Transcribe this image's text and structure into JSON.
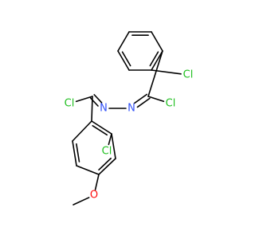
{
  "colors": {
    "bond": "#000000",
    "Cl": "#1fbf1f",
    "N": "#3050f8",
    "O": "#ff0d0d",
    "background": "#ffffff"
  },
  "atoms": [
    {
      "id": "a1",
      "element": "C"
    },
    {
      "id": "a2",
      "element": "C"
    },
    {
      "id": "a3",
      "element": "C"
    },
    {
      "id": "a4",
      "element": "C"
    },
    {
      "id": "a5",
      "element": "C"
    },
    {
      "id": "a6",
      "element": "C"
    },
    {
      "id": "cl1",
      "element": "Cl",
      "label": "Cl"
    },
    {
      "id": "c7",
      "element": "C"
    },
    {
      "id": "cl2",
      "element": "Cl",
      "label": "Cl"
    },
    {
      "id": "n1",
      "element": "N",
      "label": "N"
    },
    {
      "id": "n2",
      "element": "N",
      "label": "N"
    },
    {
      "id": "c8",
      "element": "C"
    },
    {
      "id": "cl3",
      "element": "Cl",
      "label": "Cl"
    },
    {
      "id": "b1",
      "element": "C"
    },
    {
      "id": "b2",
      "element": "C"
    },
    {
      "id": "cl4",
      "element": "Cl",
      "label": "Cl"
    },
    {
      "id": "b3",
      "element": "C"
    },
    {
      "id": "b4",
      "element": "C"
    },
    {
      "id": "b5",
      "element": "C"
    },
    {
      "id": "b6",
      "element": "C"
    },
    {
      "id": "o1",
      "element": "O",
      "label": "O"
    },
    {
      "id": "me",
      "element": "C"
    }
  ],
  "bonds": [
    {
      "a": "a1",
      "b": "a2",
      "order": 2
    },
    {
      "a": "a2",
      "b": "a3",
      "order": 1
    },
    {
      "a": "a3",
      "b": "a4",
      "order": 2
    },
    {
      "a": "a4",
      "b": "a5",
      "order": 1
    },
    {
      "a": "a5",
      "b": "a6",
      "order": 2
    },
    {
      "a": "a6",
      "b": "a1",
      "order": 1
    },
    {
      "a": "a5",
      "b": "cl1",
      "order": 1
    },
    {
      "a": "a6",
      "b": "c7",
      "order": 1
    },
    {
      "a": "c7",
      "b": "cl2",
      "order": 1
    },
    {
      "a": "c7",
      "b": "n1",
      "order": 2
    },
    {
      "a": "n1",
      "b": "n2",
      "order": 1
    },
    {
      "a": "n2",
      "b": "c8",
      "order": 2
    },
    {
      "a": "c8",
      "b": "cl3",
      "order": 1
    },
    {
      "a": "c8",
      "b": "b1",
      "order": 1
    },
    {
      "a": "b1",
      "b": "b2",
      "order": 2
    },
    {
      "a": "b2",
      "b": "cl4",
      "order": 1
    },
    {
      "a": "b2",
      "b": "b3",
      "order": 1
    },
    {
      "a": "b3",
      "b": "b4",
      "order": 2
    },
    {
      "a": "b4",
      "b": "b5",
      "order": 1
    },
    {
      "a": "b5",
      "b": "b6",
      "order": 2
    },
    {
      "a": "b6",
      "b": "b1",
      "order": 1
    },
    {
      "a": "b4",
      "b": "o1",
      "order": 1
    },
    {
      "a": "o1",
      "b": "me",
      "order": 1
    }
  ]
}
